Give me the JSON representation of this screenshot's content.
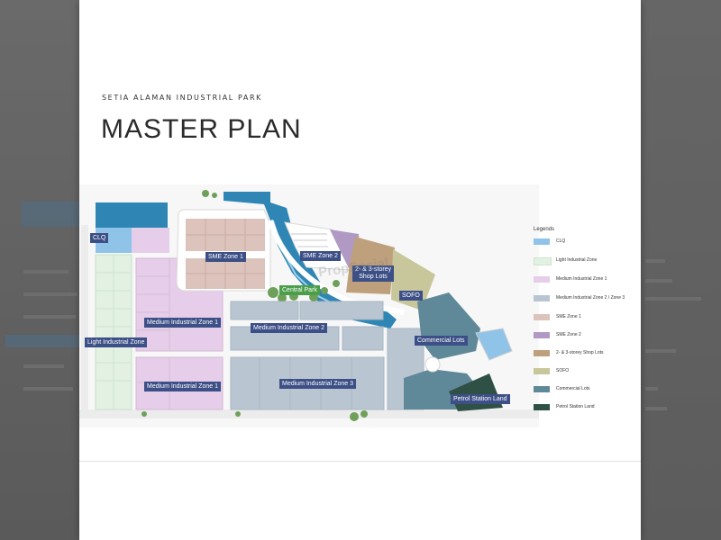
{
  "page": {
    "subtitle": "SETIA ALAMAN INDUSTRIAL PARK",
    "title": "MASTER PLAN"
  },
  "map": {
    "labels": {
      "clq": "CLQ",
      "sme_zone_1": "SME Zone 1",
      "sme_zone_2": "SME Zone 2",
      "shop_lots": "2- & 3-storey\nShop Lots",
      "central_park": "Central Park",
      "sofo": "SOFO",
      "medium_zone_1_top": "Medium Industrial Zone 1",
      "medium_zone_1_bottom": "Medium Industrial Zone 1",
      "medium_zone_2": "Medium Industrial Zone 2",
      "medium_zone_3": "Medium Industrial Zone 3",
      "light_zone": "Light Industrial Zone",
      "commercial_lots": "Commercial Lots",
      "petrol_station": "Petrol Station Land"
    },
    "watermark": "PropSocial"
  },
  "legend": {
    "title": "Legends",
    "items": [
      {
        "label": "CLQ",
        "color": "#8fc3e8"
      },
      {
        "label": "Light Industrial Zone",
        "color": "#e2f1e2"
      },
      {
        "label": "Medium Industrial Zone 1",
        "color": "#e6cde9"
      },
      {
        "label": "Medium Industrial Zone 2 / Zone 3",
        "color": "#b9c6d1"
      },
      {
        "label": "SME Zone 1",
        "color": "#dcc3bb"
      },
      {
        "label": "SME Zone 2",
        "color": "#b09ac3"
      },
      {
        "label": "2- & 3-storey Shop Lots",
        "color": "#bfa07c"
      },
      {
        "label": "SOFO",
        "color": "#c8c69b"
      },
      {
        "label": "Commercial Lots",
        "color": "#5f8899"
      },
      {
        "label": "Petrol Station Land",
        "color": "#2f5045"
      }
    ]
  },
  "colors": {
    "water": "#2f86b5",
    "park_green": "#6fa05b",
    "label_navy": "#3c4f86",
    "label_green": "#4b9e4a"
  }
}
